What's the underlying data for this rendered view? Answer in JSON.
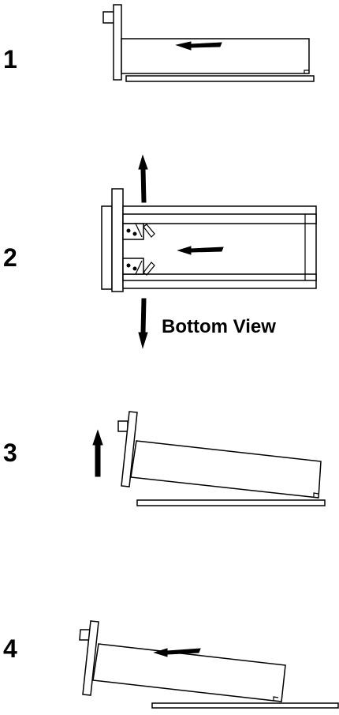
{
  "steps": [
    {
      "number": "1"
    },
    {
      "number": "2",
      "caption": "Bottom View"
    },
    {
      "number": "3"
    },
    {
      "number": "4"
    }
  ]
}
